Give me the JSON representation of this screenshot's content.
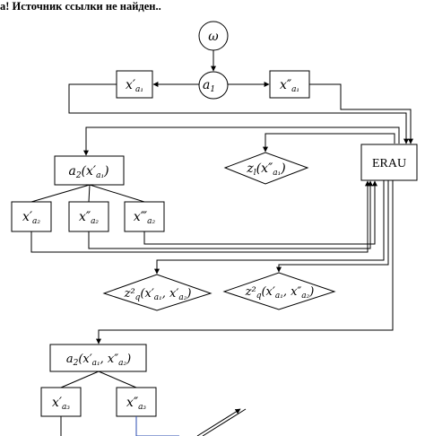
{
  "header": {
    "text": "а! Источник ссылки не найден.."
  },
  "nodes": {
    "omega": {
      "label": "ω"
    },
    "a1": {
      "main": "a",
      "sub": "1"
    },
    "x_a1_prime": {
      "main": "x′",
      "sub": "a₁"
    },
    "x_a1_dprime": {
      "main": "x″",
      "sub": "a₁"
    },
    "erau": {
      "label": "ERAU"
    },
    "z_l": {
      "main": "z",
      "sub": "l",
      "arg": "(x″",
      "argsub": "a₁",
      "close": ")"
    },
    "a2": {
      "main": "a",
      "sub": "2",
      "arg": "(x′",
      "argsub": "a₁",
      "close": ")"
    },
    "x_a2_prime": {
      "main": "x′",
      "sub": "a₂"
    },
    "x_a2_dprime": {
      "main": "x″",
      "sub": "a₂"
    },
    "x_a2_tprime": {
      "main": "x‴",
      "sub": "a₂"
    },
    "zq1": {
      "main": "z²",
      "sub": "q",
      "arg": "(x′",
      "argsub": "a₁",
      "mid": ", x′",
      "midsub": "a₂",
      "close": ")"
    },
    "zq2": {
      "main": "z²",
      "sub": "q",
      "arg": "(x′",
      "argsub": "a₁",
      "mid": ", x″",
      "midsub": "a₂",
      "close": ")"
    },
    "a2b": {
      "main": "a",
      "sub": "2",
      "arg": "(x′",
      "argsub": "a₁",
      "mid": ", x″",
      "midsub": "a₂",
      "close": ")"
    },
    "x_a3_prime": {
      "main": "x′",
      "sub": "a₃"
    },
    "x_a3_dprime": {
      "main": "x″",
      "sub": "a₃"
    }
  }
}
